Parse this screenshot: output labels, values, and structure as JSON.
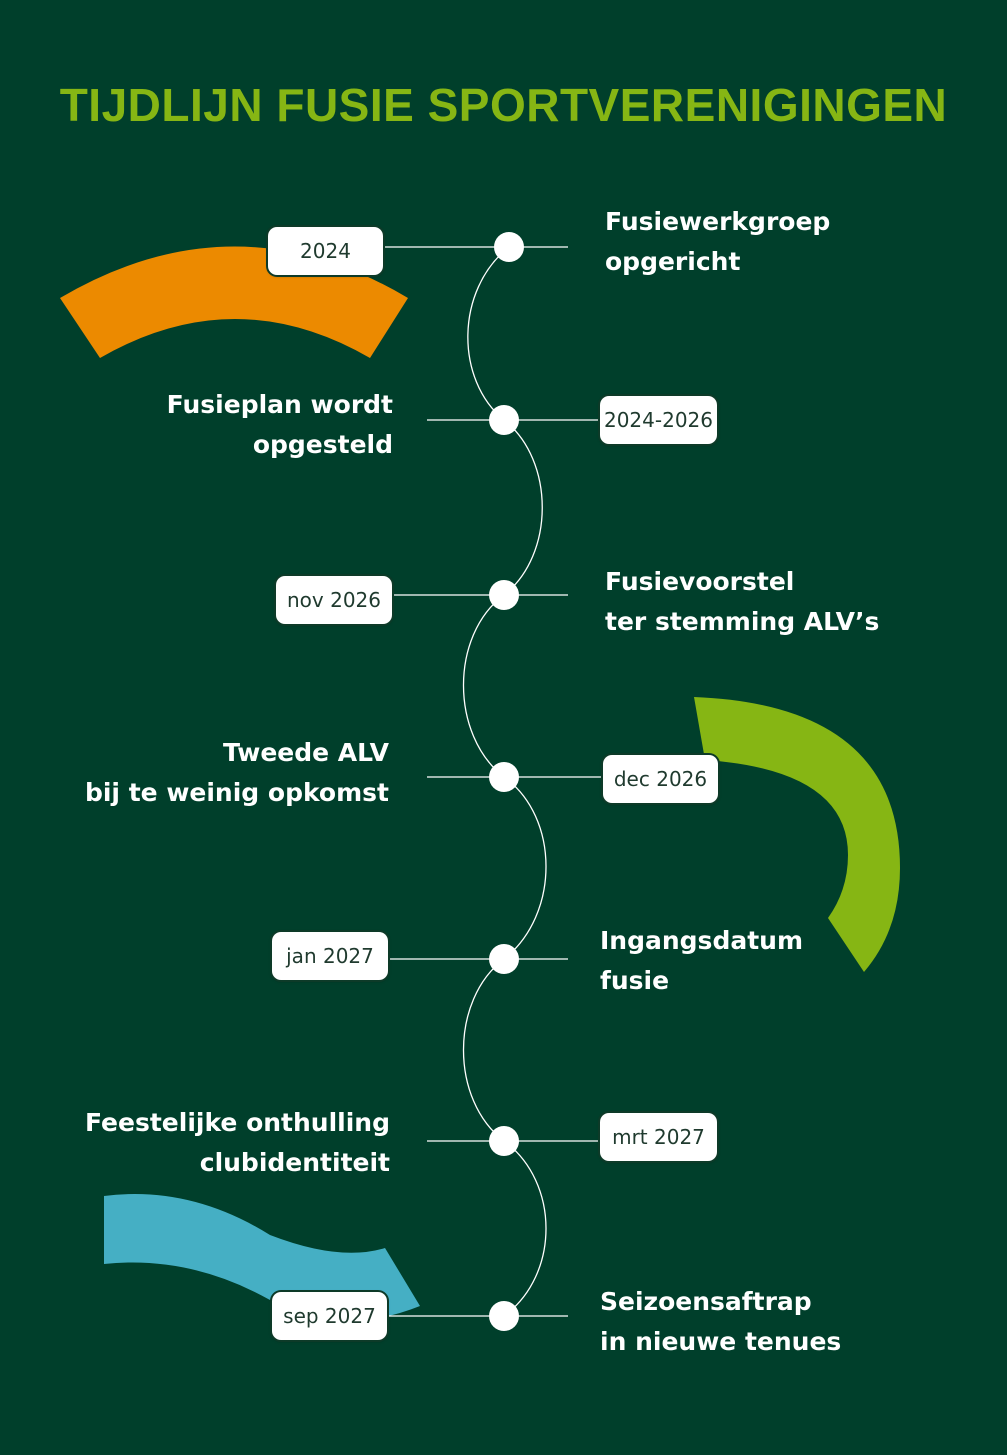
{
  "title": "TIJDLIJN FUSIE SPORTVERENIGINGEN",
  "colors": {
    "background": "#003f2b",
    "title": "#86b614",
    "orange": "#ec8a00",
    "green": "#86b614",
    "blue": "#45afc4"
  },
  "events": [
    {
      "date": "2024",
      "lines": [
        "Fusiewerkgroep",
        "opgericht"
      ]
    },
    {
      "date": "2024-2026",
      "lines": [
        "Fusieplan wordt",
        "opgesteld"
      ]
    },
    {
      "date": "nov 2026",
      "lines": [
        "Fusievoorstel",
        "ter stemming ALV’s"
      ]
    },
    {
      "date": "dec 2026",
      "lines": [
        "Tweede ALV",
        "bij te weinig opkomst"
      ]
    },
    {
      "date": "jan 2027",
      "lines": [
        "Ingangsdatum",
        "fusie"
      ]
    },
    {
      "date": "mrt 2027",
      "lines": [
        "Feestelijke onthulling",
        "clubidentiteit"
      ]
    },
    {
      "date": "sep 2027",
      "lines": [
        "Seizoensaftrap",
        "in nieuwe tenues"
      ]
    }
  ]
}
